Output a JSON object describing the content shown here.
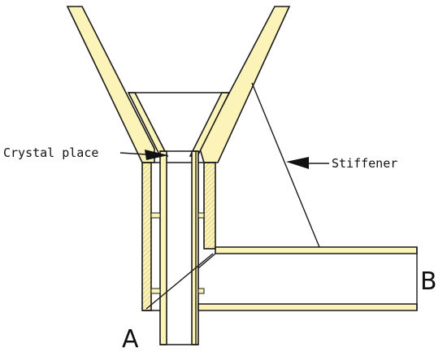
{
  "labels": {
    "crystal_place": "Crystal place",
    "stiffener": "Stiffener",
    "outlet_a": "A",
    "outlet_b": "B"
  },
  "colors": {
    "wall_fill": "#fbf3b8",
    "outline": "#1a1a1a",
    "hatch": "#b9a84a"
  }
}
